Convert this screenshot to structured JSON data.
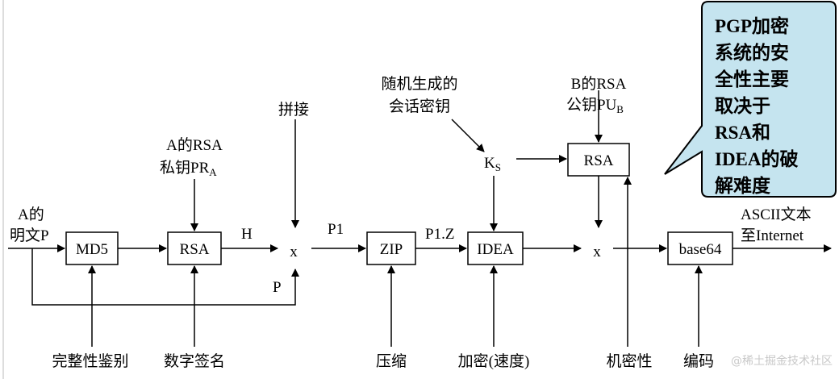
{
  "boxes": {
    "md5": "MD5",
    "rsa1": "RSA",
    "zip": "ZIP",
    "idea": "IDEA",
    "rsa2": "RSA",
    "base64": "base64"
  },
  "labels": {
    "a_plaintext_1": "A的",
    "a_plaintext_2": "明文P",
    "a_rsa_1": "A的RSA",
    "a_rsa_2": "私钥PR",
    "a_rsa_sub": "A",
    "h": "H",
    "concat": "拼接",
    "x1": "x",
    "p": "P",
    "p1": "P1",
    "p1z": "P1.Z",
    "session_1": "随机生成的",
    "session_2": "会话密钥",
    "ks": "K",
    "ks_sub": "S",
    "b_rsa_1": "B的RSA",
    "b_rsa_2": "公钥PU",
    "b_rsa_sub": "B",
    "x2": "x",
    "ascii_1": "ASCII文本",
    "ascii_2": "至Internet"
  },
  "bottom_labels": {
    "integrity": "完整性鉴别",
    "signature": "数字签名",
    "compress": "压缩",
    "encrypt": "加密(速度)",
    "confidential": "机密性",
    "encode": "编码"
  },
  "callout": {
    "lines": [
      "PGP加密",
      "系统的安",
      "全性主要",
      "取决于",
      "RSA和",
      "IDEA的破",
      "解难度"
    ],
    "fill_color": "#c5e4ef",
    "border_color": "#000000"
  },
  "watermark": "@稀土掘金技术社区"
}
